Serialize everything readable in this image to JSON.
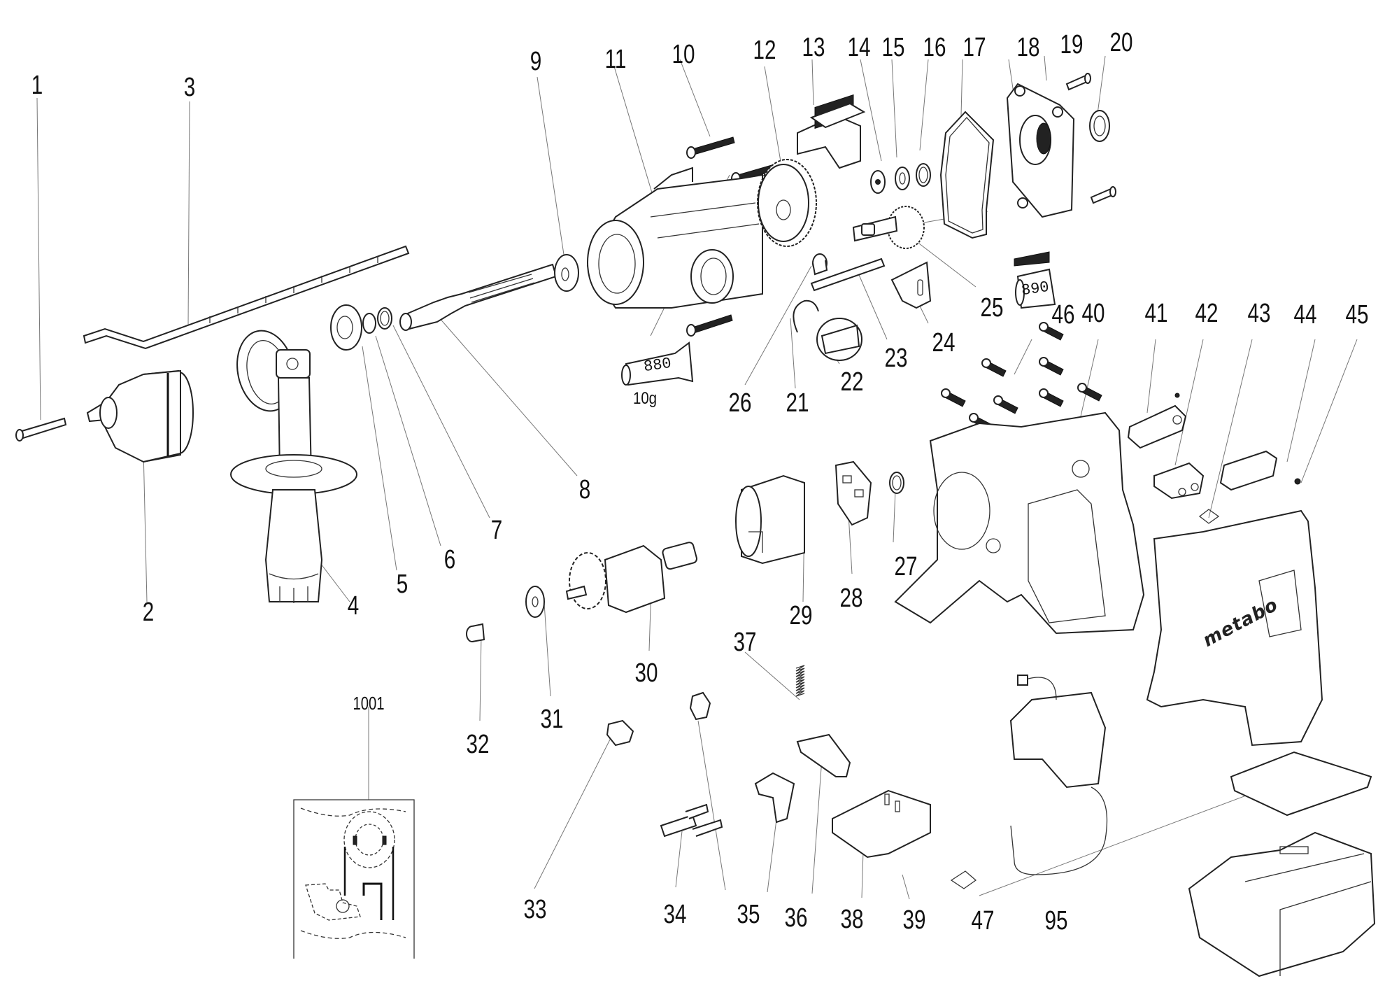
{
  "diagram": {
    "type": "exploded-parts-view",
    "subject": "cordless drill",
    "brand_label": "metabo",
    "grease_tubes": [
      {
        "id": "tube-880",
        "label": "880",
        "weight": "10g"
      },
      {
        "id": "tube-890",
        "label": "890"
      }
    ],
    "callouts": [
      {
        "id": "1",
        "label": "1"
      },
      {
        "id": "2",
        "label": "2"
      },
      {
        "id": "3",
        "label": "3"
      },
      {
        "id": "4",
        "label": "4"
      },
      {
        "id": "5",
        "label": "5"
      },
      {
        "id": "6",
        "label": "6"
      },
      {
        "id": "7",
        "label": "7"
      },
      {
        "id": "8",
        "label": "8"
      },
      {
        "id": "9",
        "label": "9"
      },
      {
        "id": "10",
        "label": "10"
      },
      {
        "id": "11",
        "label": "11"
      },
      {
        "id": "12",
        "label": "12"
      },
      {
        "id": "13",
        "label": "13"
      },
      {
        "id": "14",
        "label": "14"
      },
      {
        "id": "15",
        "label": "15"
      },
      {
        "id": "16",
        "label": "16"
      },
      {
        "id": "17",
        "label": "17"
      },
      {
        "id": "18",
        "label": "18"
      },
      {
        "id": "19",
        "label": "19"
      },
      {
        "id": "20",
        "label": "20"
      },
      {
        "id": "21",
        "label": "21"
      },
      {
        "id": "22",
        "label": "22"
      },
      {
        "id": "23",
        "label": "23"
      },
      {
        "id": "24",
        "label": "24"
      },
      {
        "id": "25",
        "label": "25"
      },
      {
        "id": "26",
        "label": "26"
      },
      {
        "id": "27",
        "label": "27"
      },
      {
        "id": "28",
        "label": "28"
      },
      {
        "id": "29",
        "label": "29"
      },
      {
        "id": "30",
        "label": "30"
      },
      {
        "id": "31",
        "label": "31"
      },
      {
        "id": "32",
        "label": "32"
      },
      {
        "id": "33",
        "label": "33"
      },
      {
        "id": "34",
        "label": "34"
      },
      {
        "id": "35",
        "label": "35"
      },
      {
        "id": "36",
        "label": "36"
      },
      {
        "id": "37",
        "label": "37"
      },
      {
        "id": "38",
        "label": "38"
      },
      {
        "id": "39",
        "label": "39"
      },
      {
        "id": "40",
        "label": "40"
      },
      {
        "id": "41",
        "label": "41"
      },
      {
        "id": "42",
        "label": "42"
      },
      {
        "id": "43",
        "label": "43"
      },
      {
        "id": "44",
        "label": "44"
      },
      {
        "id": "45",
        "label": "45"
      },
      {
        "id": "46",
        "label": "46"
      },
      {
        "id": "47",
        "label": "47"
      },
      {
        "id": "95",
        "label": "95"
      },
      {
        "id": "1001",
        "label": "1001"
      }
    ]
  }
}
